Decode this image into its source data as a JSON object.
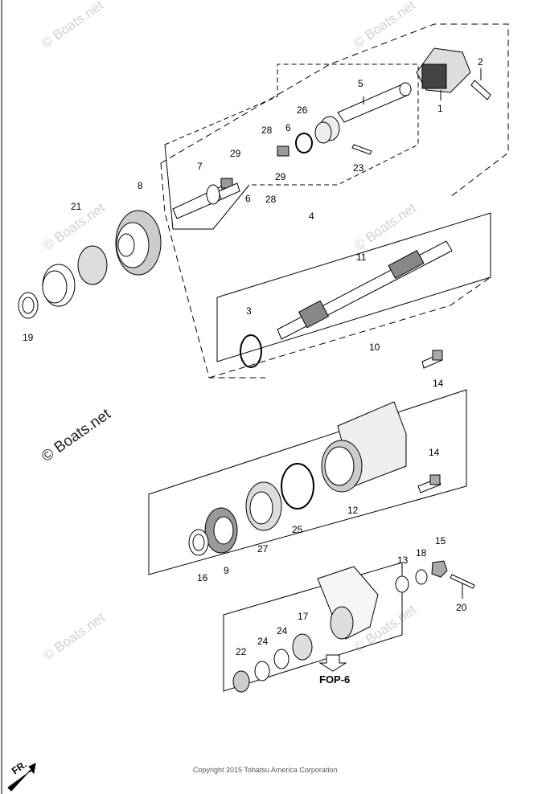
{
  "watermarks": [
    "© Boats.net",
    "© Boats.net",
    "© Boats.net",
    "© Boats.net",
    "© Boats.net",
    "© Boats.net"
  ],
  "watermark_main": "© Boats.net",
  "callouts": [
    {
      "id": "c1",
      "text": "1"
    },
    {
      "id": "c2",
      "text": "2"
    },
    {
      "id": "c3",
      "text": "3"
    },
    {
      "id": "c4",
      "text": "4"
    },
    {
      "id": "c5",
      "text": "5"
    },
    {
      "id": "c6a",
      "text": "6"
    },
    {
      "id": "c6b",
      "text": "6"
    },
    {
      "id": "c7",
      "text": "7"
    },
    {
      "id": "c8",
      "text": "8"
    },
    {
      "id": "c9",
      "text": "9"
    },
    {
      "id": "c10",
      "text": "10"
    },
    {
      "id": "c11",
      "text": "11"
    },
    {
      "id": "c12",
      "text": "12"
    },
    {
      "id": "c13",
      "text": "13"
    },
    {
      "id": "c14a",
      "text": "14"
    },
    {
      "id": "c14b",
      "text": "14"
    },
    {
      "id": "c15",
      "text": "15"
    },
    {
      "id": "c16",
      "text": "16"
    },
    {
      "id": "c17",
      "text": "17"
    },
    {
      "id": "c18",
      "text": "18"
    },
    {
      "id": "c19",
      "text": "19"
    },
    {
      "id": "c20",
      "text": "20"
    },
    {
      "id": "c21",
      "text": "21"
    },
    {
      "id": "c22",
      "text": "22"
    },
    {
      "id": "c23",
      "text": "23"
    },
    {
      "id": "c24a",
      "text": "24"
    },
    {
      "id": "c24b",
      "text": "24"
    },
    {
      "id": "c25",
      "text": "25"
    },
    {
      "id": "c26",
      "text": "26"
    },
    {
      "id": "c27",
      "text": "27"
    },
    {
      "id": "c28a",
      "text": "28"
    },
    {
      "id": "c28b",
      "text": "28"
    },
    {
      "id": "c29a",
      "text": "29"
    },
    {
      "id": "c29b",
      "text": "29"
    }
  ],
  "reference_label": "FOP-6",
  "front_label": "FR.",
  "copyright": "Copyright 2015 Tohatsu America Corporation"
}
